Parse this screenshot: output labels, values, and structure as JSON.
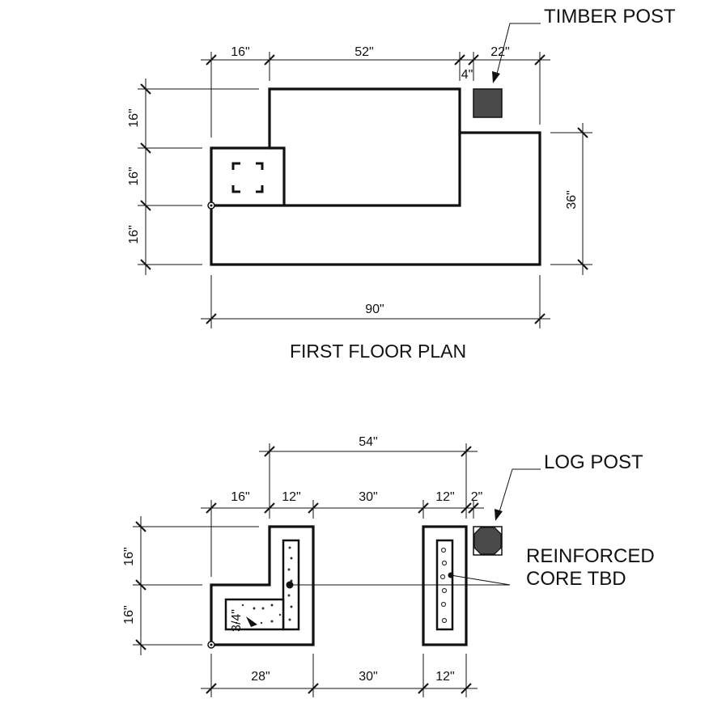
{
  "first_floor_plan": {
    "title": "FIRST FLOOR PLAN",
    "callout": "TIMBER POST",
    "dims": {
      "top_a": "16\"",
      "top_b": "52\"",
      "top_c": "22\"",
      "top_d": "4\"",
      "left_a": "16\"",
      "left_b": "16\"",
      "left_c": "16\"",
      "right_a": "36\"",
      "bottom_a": "90\""
    },
    "colors": {
      "post_fill": "#4a4a4a"
    }
  },
  "foundation_plan": {
    "callout_post": "LOG POST",
    "callout_core_line1": "REINFORCED",
    "callout_core_line2": "CORE TBD",
    "dims": {
      "top_overall": "54\"",
      "top_a": "16\"",
      "top_b": "12\"",
      "top_c": "30\"",
      "top_d": "12\"",
      "top_e": "2\"",
      "left_a": "16\"",
      "left_b": "16\"",
      "bottom_a": "28\"",
      "bottom_b": "30\"",
      "bottom_c": "12\"",
      "inner_note": "3/4\""
    },
    "colors": {
      "post_fill": "#4a4a4a",
      "core_fill": "#ffffff"
    }
  }
}
